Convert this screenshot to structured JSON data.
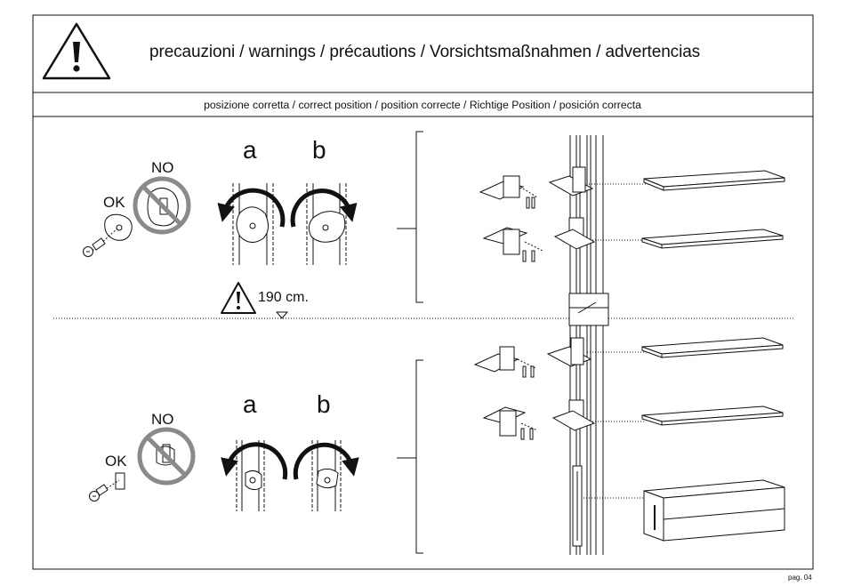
{
  "header": {
    "title": "precauzioni / warnings / précautions / Vorsichtsmaßnahmen / advertencias",
    "warning_icon": "warning-triangle-icon"
  },
  "subheader": {
    "text": "posizione corretta / correct position / position correcte / Richtige Position / posición correcta"
  },
  "upper_section": {
    "no_label": "NO",
    "ok_label": "OK",
    "option_a": "a",
    "option_b": "b"
  },
  "height_note": {
    "value": "190 cm."
  },
  "lower_section": {
    "no_label": "NO",
    "ok_label": "OK",
    "option_a": "a",
    "option_b": "b"
  },
  "footer": {
    "page": "pag. 04"
  },
  "colors": {
    "ink": "#111111",
    "prohibition_gray": "#8a8a8a",
    "background": "#ffffff"
  }
}
